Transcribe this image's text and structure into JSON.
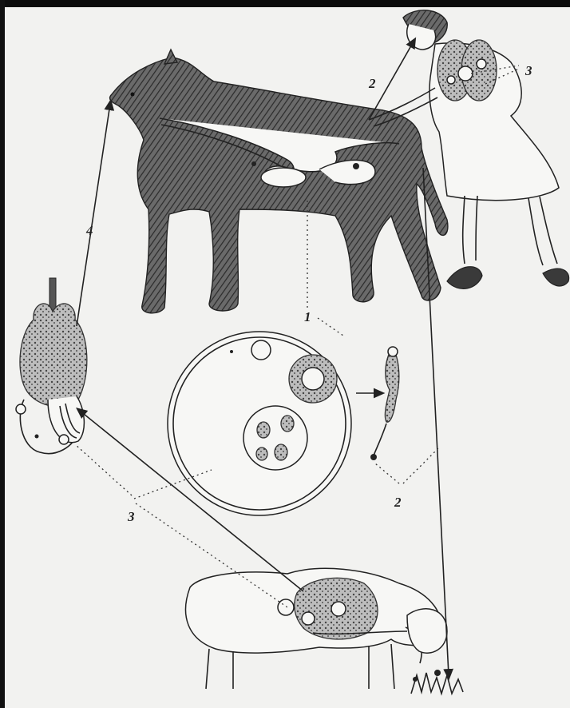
{
  "labels": {
    "stage_1": "1",
    "stage_2_top": "2",
    "stage_2_bottom": "2",
    "stage_3_right": "3",
    "stage_3_left": "3",
    "stage_4": "4"
  }
}
